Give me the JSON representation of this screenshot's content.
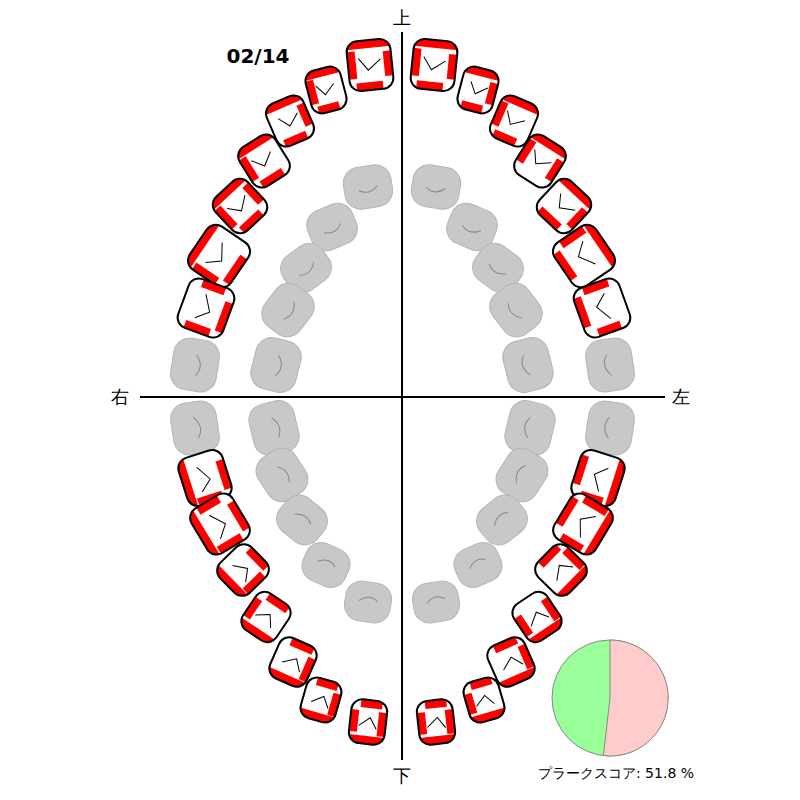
{
  "diagram": {
    "labels": [
      "02/14",
      "上",
      "右",
      "左",
      "下",
      "プラークスコア: 51.8 %"
    ]
  }
}
